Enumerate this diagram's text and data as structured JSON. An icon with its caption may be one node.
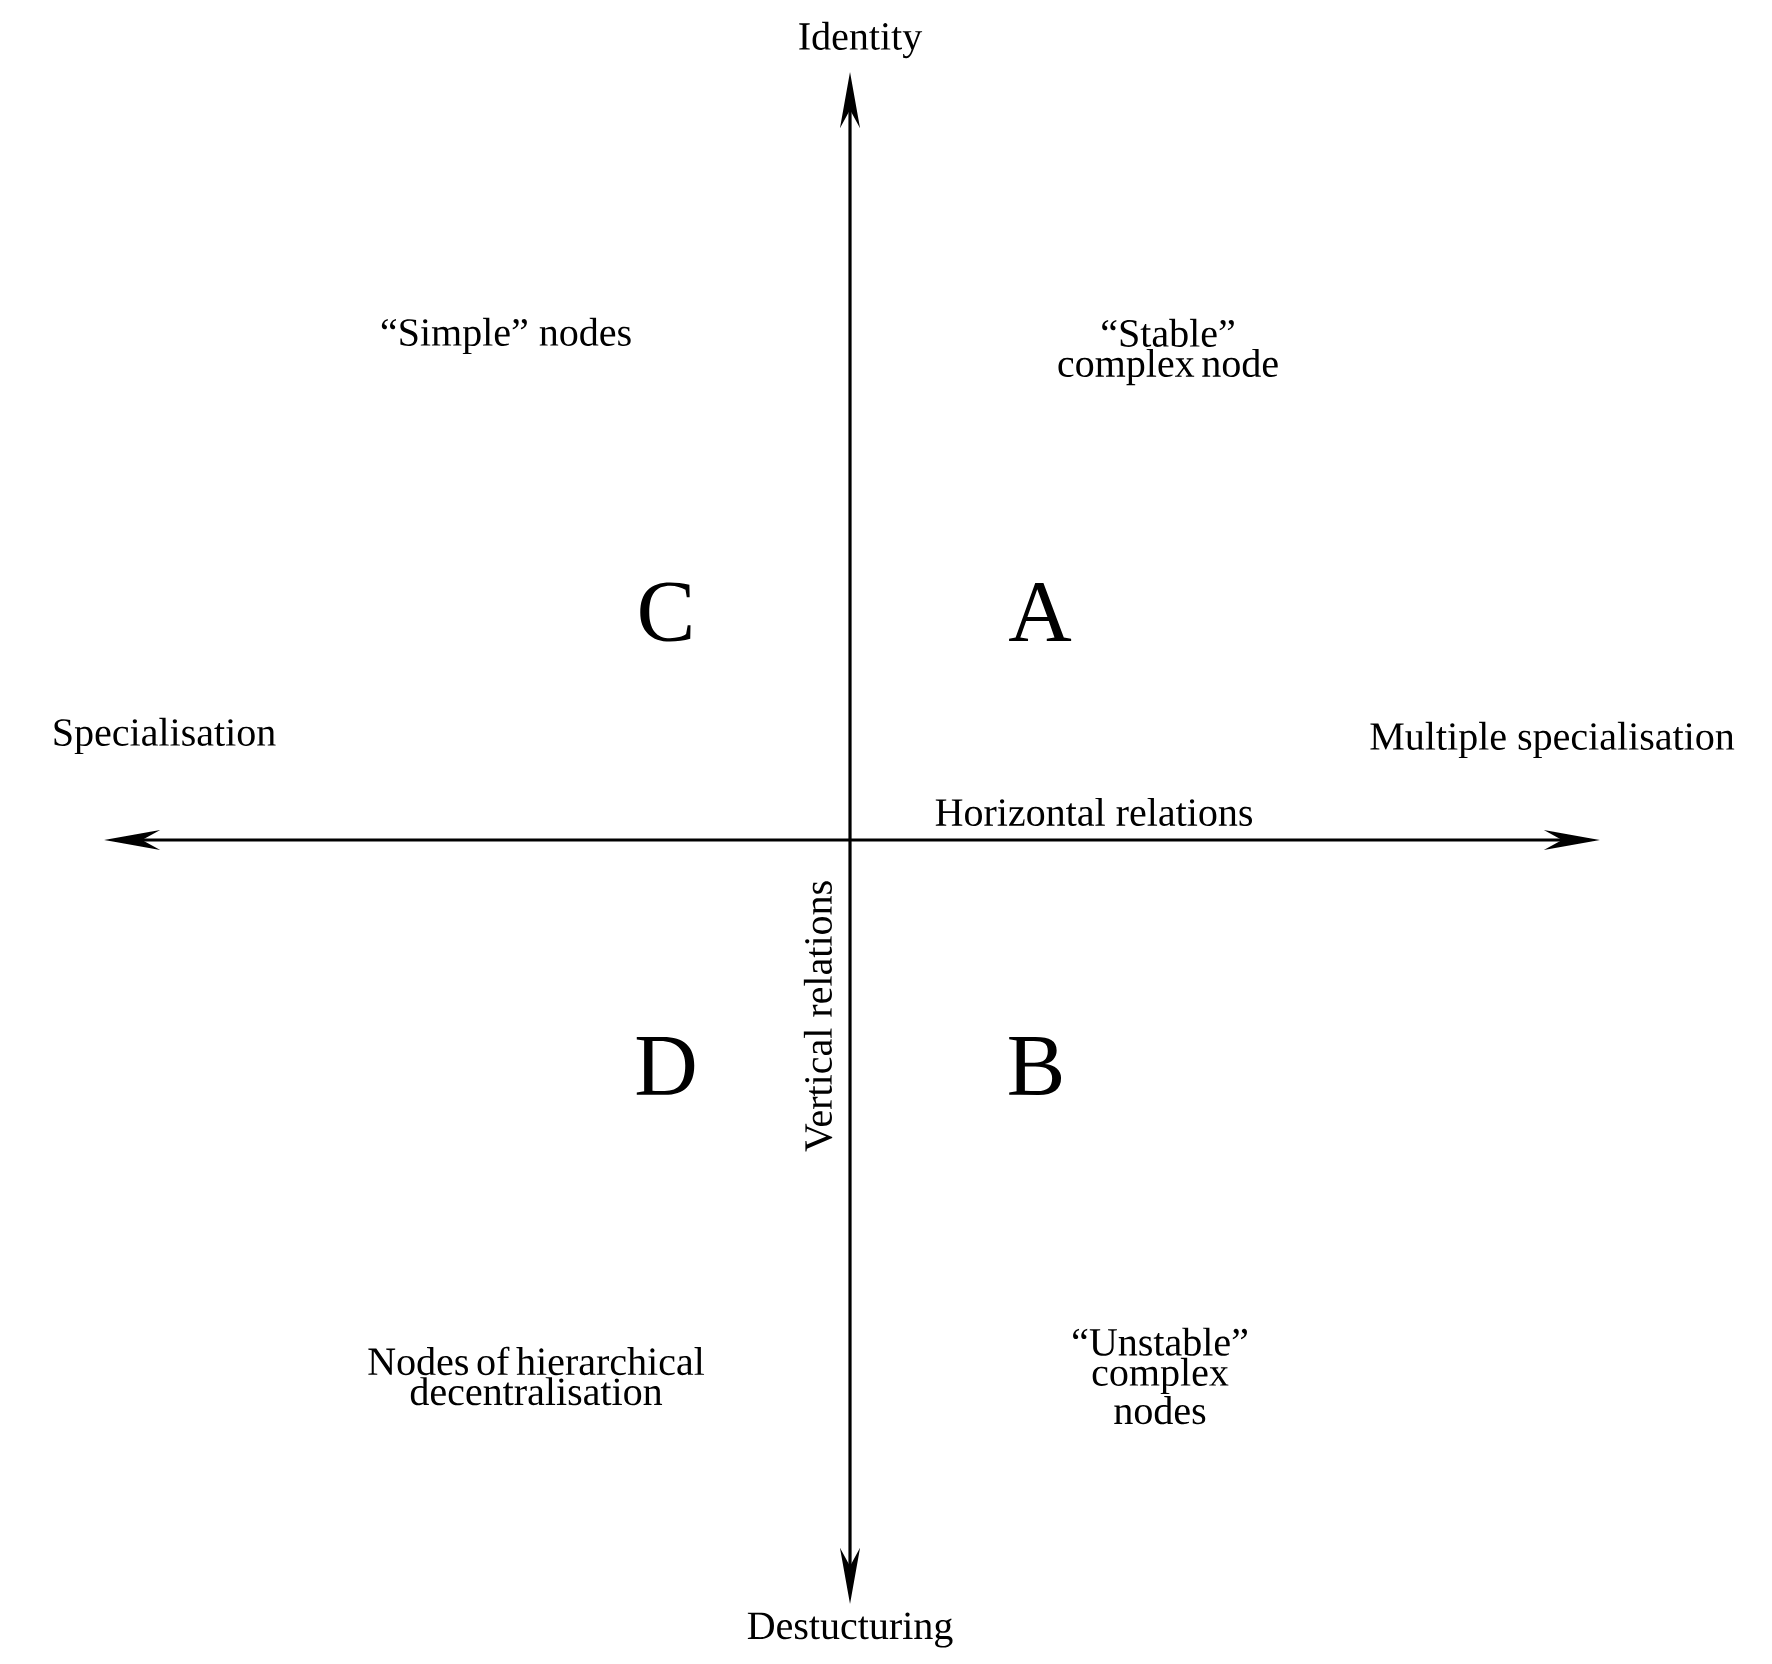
{
  "diagram": {
    "labels": [
      "Identity",
      "“Simple” nodes",
      "“Stable” complex node",
      "C",
      "A",
      "Specialisation",
      "Multiple specialisation",
      "Horizontal relations",
      "Vertical relations",
      "D",
      "B",
      "Nodes of hierarchical decentralisation",
      "“Unstable” complex nodes",
      "Destucturing"
    ]
  }
}
